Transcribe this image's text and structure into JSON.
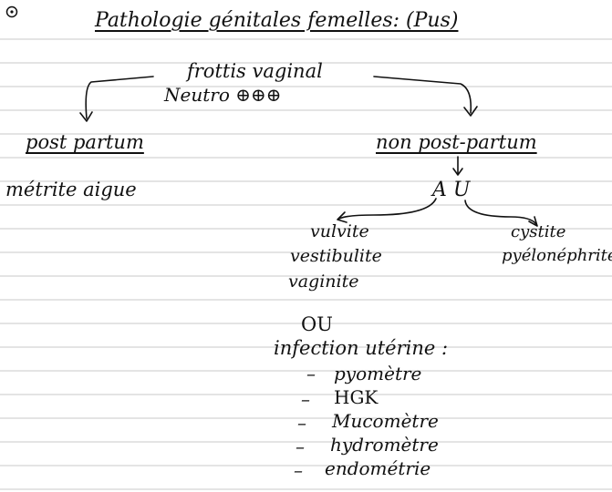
{
  "title": "Pathologie génitales femelles: (Pus)",
  "source": {
    "line1": "frottis vaginal",
    "line2": "Neutro ⊕⊕⊕"
  },
  "left_branch": {
    "heading": "post partum",
    "item": "métrite aigue"
  },
  "right_branch": {
    "heading": "non post-partum",
    "connector": "A U",
    "left_group": [
      "vulvite",
      "vestibulite",
      "vaginite"
    ],
    "right_group": [
      "cystite",
      "pyélonéphrite"
    ],
    "or_label": "OU",
    "uterine_heading": "infection utérine :",
    "uterine_items": [
      "pyomètre",
      "HGK",
      "Mucomètre",
      "hydromètre",
      "endométrie"
    ],
    "dash": "–"
  }
}
